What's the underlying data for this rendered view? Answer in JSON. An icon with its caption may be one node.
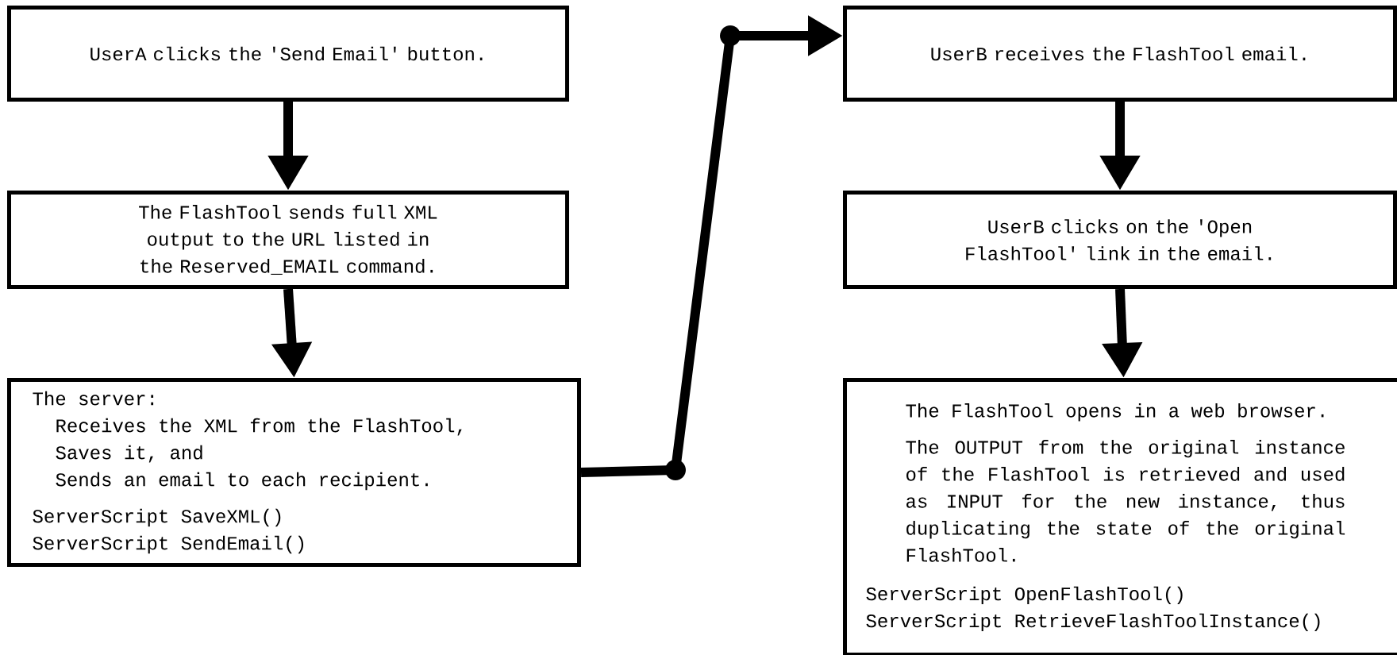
{
  "diagram": {
    "nodes": [
      {
        "text": [
          "UserA clicks the 'Send Email' button."
        ]
      },
      {
        "text": [
          "The FlashTool sends full XML output to the URL listed in the Reserved_EMAIL command."
        ]
      },
      {
        "text": [
          "The server:",
          "Receives the XML from the FlashTool,",
          "Saves it, and",
          "Sends an email to each recipient.",
          "ServerScript SaveXML()",
          "ServerScript SendEmail()"
        ]
      },
      {
        "text": [
          "UserB receives the FlashTool email."
        ]
      },
      {
        "text": [
          "UserB clicks on the 'Open FlashTool' link in the email."
        ]
      },
      {
        "text": [
          "The FlashTool opens in a web browser.",
          "The OUTPUT from the original instance of the FlashTool is retrieved and used as INPUT for the new instance, thus duplicating the state of the original FlashTool.",
          "ServerScript OpenFlashTool()",
          "ServerScript RetrieveFlashToolInstance()"
        ]
      }
    ],
    "edges": [
      {
        "from": 0,
        "to": 1,
        "arrow": "to"
      },
      {
        "from": 1,
        "to": 2,
        "arrow": "to"
      },
      {
        "from": 2,
        "to": 3,
        "arrow": "to"
      },
      {
        "from": 3,
        "to": 4,
        "arrow": "to"
      },
      {
        "from": 4,
        "to": 5,
        "arrow": "to"
      }
    ]
  }
}
